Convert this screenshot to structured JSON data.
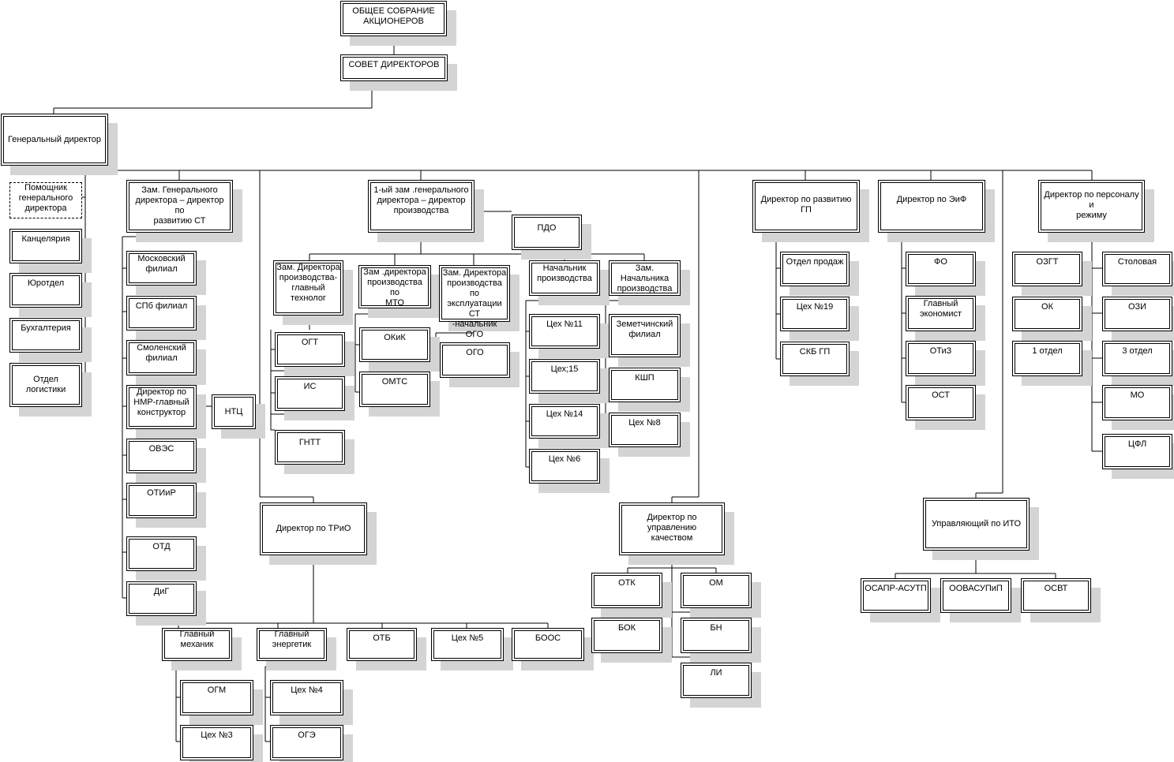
{
  "nodes": {
    "assembly": "ОБЩЕЕ СОБРАНИЕ\nАКЦИОНЕРОВ",
    "board": "СОВЕТ ДИРЕКТОРОВ",
    "gd": "Генеральный директор",
    "assistant": "Помощник\nгенерального\nдиректора",
    "chancellery": "Канцелярия",
    "legal": "Юротдел",
    "accounting": "Бухгалтерия",
    "logistics": "Отдел логистики",
    "dep_st": "Зам. Генерального\nдиректора – директор по\nразвитию СТ",
    "moscow": "Московский\nфилиал",
    "spb": "СПб филиал",
    "smolensk": "Смоленский\nфилиал",
    "nmr": "Директор по\nНМР-главный\nконструктор",
    "ntc": "НТЦ",
    "oves": "ОВЭС",
    "otiir": "ОТИиР",
    "otd": "ОТД",
    "dig": "ДиГ",
    "first_dep": "1-ый зам .генерального\nдиректора – директор\nпроизводства",
    "pdo": "ПДО",
    "dep_tech": "Зам. Директора\nпроизводства-\nглавный\nтехнолог",
    "ogt": "ОГТ",
    "is": "ИС",
    "gntt": "ГНТТ",
    "dep_mto": "Зам .директора\nпроизводства по\nМТО",
    "okik": "ОКиК",
    "omts": "ОМТС",
    "dep_expl": "Зам. Директора\nпроизводства по\nэксплуатации СТ\n-начальник ОГО",
    "ogo": "ОГО",
    "head_prod": "Начальник\nпроизводства",
    "shop11": "Цех №11",
    "shop15": "Цех;15",
    "shop14": "Цех №14",
    "shop6": "Цех №6",
    "dep_head_prod": "Зам. Начальника\nпроизводства",
    "zemet": "Земетчинский\nфилиал",
    "kshp": "КШП",
    "shop8": "Цех №8",
    "trio": "Директор по ТРиО",
    "chief_mech": "Главный\nмеханик",
    "chief_energy": "Главный\nэнергетик",
    "otb": "ОТБ",
    "shop5": "Цех №5",
    "boos": "БООС",
    "ogm": "ОГМ",
    "shop3": "Цех №3",
    "shop4": "Цех №4",
    "oge": "ОГЭ",
    "quality": "Директор по управлению\nкачеством",
    "otk": "ОТК",
    "om": "ОМ",
    "bok": "БОК",
    "bn": "БН",
    "li": "ЛИ",
    "gp": "Директор по развитию ГП",
    "sales": "Отдел продаж",
    "shop19": "Цех №19",
    "skb": "СКБ ГП",
    "eif": "Директор по ЭиФ",
    "fo": "ФО",
    "chief_econ": "Главный\nэкономист",
    "otiz": "ОТиЗ",
    "ost": "ОСТ",
    "ito": "Управляющий по ИТО",
    "osapr": "ОСАПР-АСУТП",
    "oovasupip": "ООВАСУПиП",
    "osvt": "ОСВТ",
    "personnel": "Директор по персоналу и\nрежиму",
    "ozgt": "ОЗГТ",
    "ok": "ОК",
    "dept1": "1 отдел",
    "canteen": "Столовая",
    "ozi": "ОЗИ",
    "dept3": "3 отдел",
    "mo": "МО",
    "cfl": "ЦФЛ"
  }
}
